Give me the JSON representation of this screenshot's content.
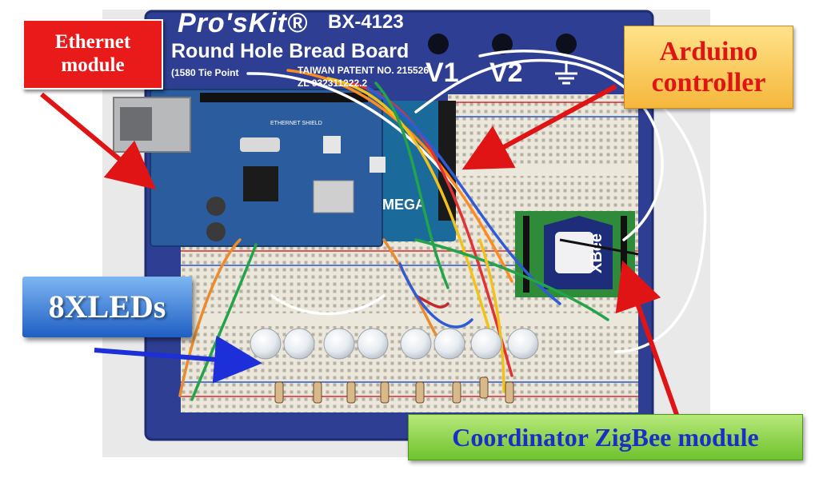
{
  "labels": {
    "ethernet": "Ethernet module",
    "arduino": "Arduino controller",
    "leds": "8XLEDs",
    "zigbee": "Coordinator ZigBee module"
  },
  "board": {
    "brand": "Pro'sKit®",
    "model": "BX-4123",
    "title": "Round Hole Bread Board",
    "tie_points": "(1580 Tie Point",
    "patent_line1": "TAIWAN PATENT NO. 215526",
    "patent_line2": "ZL 032311222.2",
    "v1": "V1",
    "v2": "V2"
  },
  "shield": {
    "ethernet_text": "ETHERNET SHIELD",
    "mega_text": "MEGA",
    "xbee_text": "XBee"
  },
  "colors": {
    "board_blue": "#2e3f93",
    "breadboard": "#ece7db",
    "ethernet_label": "#e81a1a",
    "arduino_label": "#f5b73c",
    "leds_label": "#1f5fc4",
    "zigbee_label": "#6fc22e",
    "arrow_red": "#e01414",
    "arrow_blue": "#1c2fd8"
  },
  "led_count": 8
}
